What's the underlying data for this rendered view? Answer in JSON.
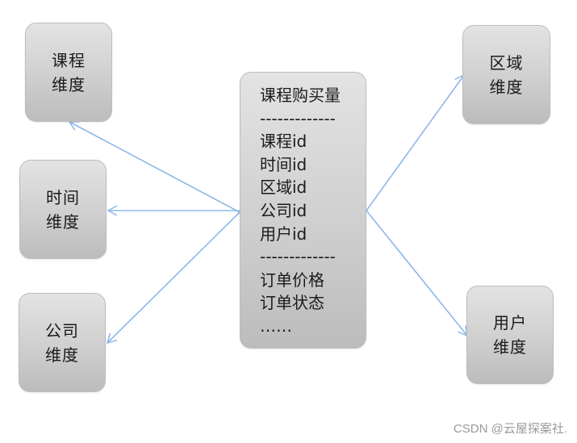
{
  "fact": {
    "title": "课程购买量",
    "sep1": "-------------",
    "f1": "课程id",
    "f2": "时间id",
    "f3": "区域id",
    "f4": "公司id",
    "f5": "用户id",
    "sep2": "-------------",
    "m1": "订单价格",
    "m2": "订单状态",
    "more": "……"
  },
  "dims": {
    "course": {
      "l1": "课程",
      "l2": "维度"
    },
    "time": {
      "l1": "时间",
      "l2": "维度"
    },
    "company": {
      "l1": "公司",
      "l2": "维度"
    },
    "region": {
      "l1": "区域",
      "l2": "维度"
    },
    "user": {
      "l1": "用户",
      "l2": "维度"
    }
  },
  "watermark": "CSDN @云屋探案社.",
  "colors": {
    "edge": "#8db8e8",
    "box_top": "#e3e3e3",
    "box_bottom": "#bcbcbc"
  }
}
